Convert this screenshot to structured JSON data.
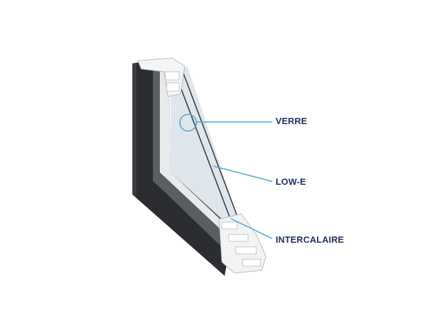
{
  "labels": {
    "glass": "VERRE",
    "low_e": "LOW-E",
    "spacer": "INTERCALAIRE"
  },
  "colors": {
    "frame": "#2b2d30",
    "callout_line": "#4aa3d6",
    "label_text": "#1f2f5e"
  }
}
